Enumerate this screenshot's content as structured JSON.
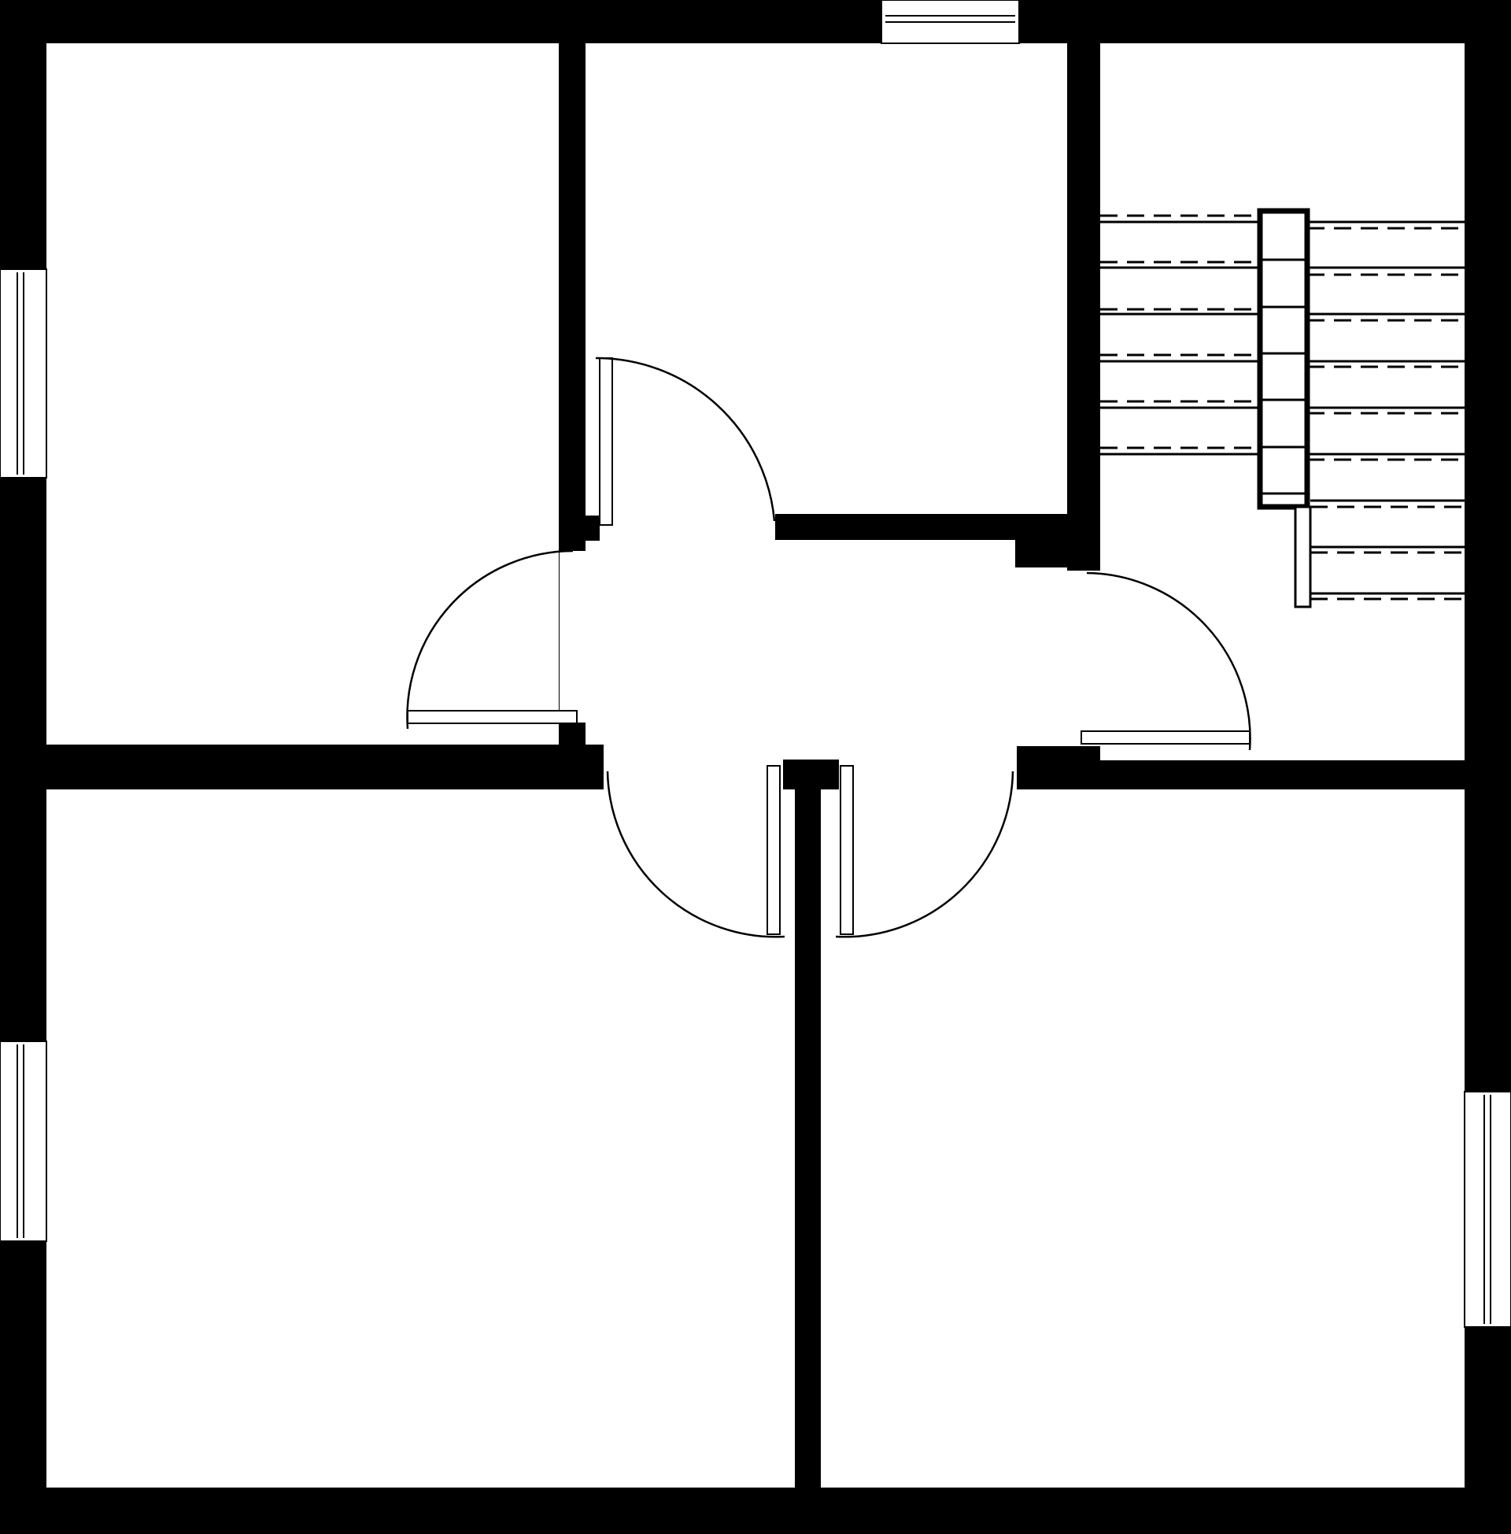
{
  "floor_plan": {
    "title": "",
    "colors": {
      "wall": "#000000",
      "floor": "#ffffff",
      "line": "#000000"
    },
    "rooms": [
      "top-left-room",
      "top-middle-room",
      "stair-room",
      "bottom-left-room",
      "bottom-right-room",
      "central-hall"
    ],
    "doors": [
      "top-middle-door",
      "left-hall-door",
      "right-hall-door",
      "bottom-left-door",
      "bottom-right-door"
    ],
    "windows": [
      "top-window",
      "left-upper-window",
      "left-lower-window",
      "right-lower-window"
    ],
    "stair": {
      "steps": 8,
      "icon": "stair-treads"
    }
  }
}
